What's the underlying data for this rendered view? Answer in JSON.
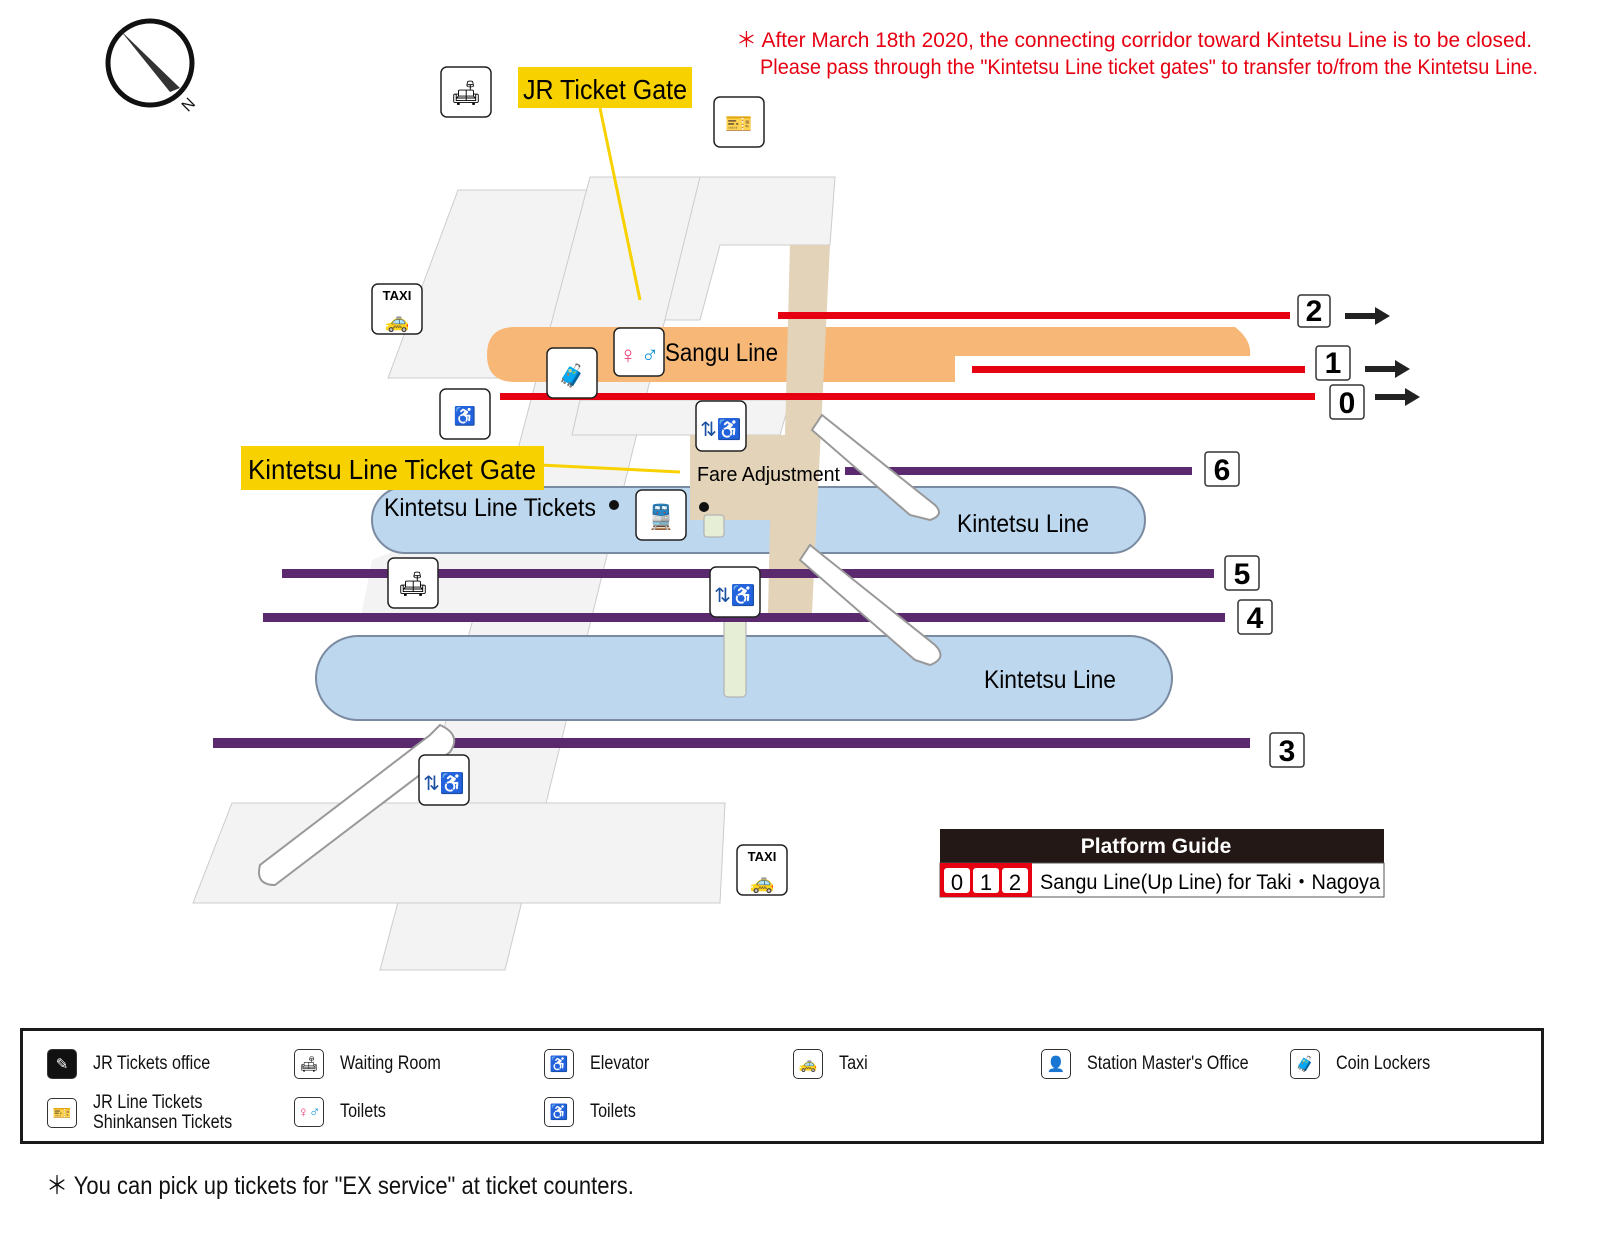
{
  "notice": {
    "line1": "＊ After March 18th 2020, the connecting corridor toward Kintetsu Line is to be closed.",
    "line2": "Please pass through the \"Kintetsu Line ticket gates\" to transfer to/from the Kintetsu Line.",
    "color": "#e60012"
  },
  "compass": {
    "label": "N"
  },
  "map": {
    "jr_gate": "JR Ticket Gate",
    "kintetsu_gate": "Kintetsu Line Ticket Gate",
    "sangu_line": "Sangu Line",
    "fare_adjustment": "Fare Adjustment",
    "kintetsu_tickets": "Kintetsu Line Tickets",
    "kintetsu_line_upper": "Kintetsu Line",
    "kintetsu_line_lower": "Kintetsu Line",
    "taxi": "TAXI",
    "tracks": [
      "2",
      "1",
      "0",
      "6",
      "5",
      "4",
      "3"
    ],
    "colors": {
      "jr_track": "#e60012",
      "kintetsu_track": "#5b2a6e",
      "jr_platform": "#f7b877",
      "kintetsu_platform": "#bdd7ee",
      "concourse": "#e3d3b8",
      "gate_label": "#f7d100"
    }
  },
  "platform_guide": {
    "title": "Platform Guide",
    "tracks": [
      "0",
      "1",
      "2"
    ],
    "description": "Sangu Line(Up Line) for Taki・Nagoya"
  },
  "legend": [
    {
      "icon": "jr-tickets-office-icon",
      "label": "JR Tickets office"
    },
    {
      "icon": "waiting-room-icon",
      "label": "Waiting Room"
    },
    {
      "icon": "elevator-icon",
      "label": "Elevator"
    },
    {
      "icon": "taxi-icon",
      "label": "Taxi"
    },
    {
      "icon": "station-master-icon",
      "label": "Station Master's Office"
    },
    {
      "icon": "coin-locker-icon",
      "label": "Coin Lockers"
    },
    {
      "icon": "ticket-machine-icon",
      "label": "JR Line Tickets",
      "label2": "Shinkansen Tickets"
    },
    {
      "icon": "toilet-icon",
      "label": "Toilets"
    },
    {
      "icon": "multipurpose-toilet-icon",
      "label": "Toilets"
    }
  ],
  "footnote": "＊ You can pick up tickets for \"EX service\" at ticket counters."
}
